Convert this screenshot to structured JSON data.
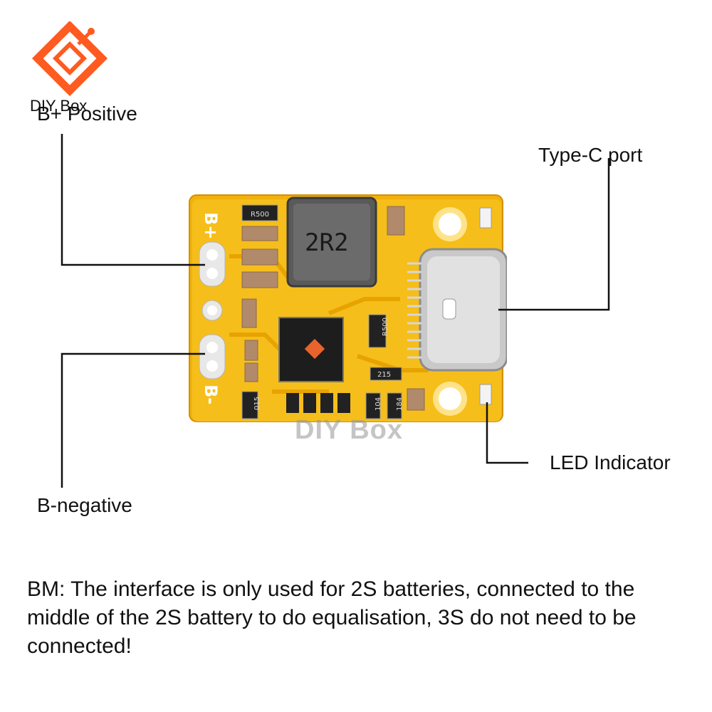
{
  "brand": {
    "name": "DIY Box",
    "logo_color": "#ff5a1f"
  },
  "watermark": "DIY Box",
  "board": {
    "inductor_marking": "2R2",
    "resistor_marking_top": "R500",
    "resistor_marking_mid": "R500",
    "resistor_marking_low": "215",
    "resistor_marking_left": "015",
    "resistor_marking_a": "104",
    "resistor_marking_b": "184",
    "silk_b_plus": "B+",
    "silk_b_minus": "B-",
    "pcb_color": "#f2b10c"
  },
  "callouts": {
    "b_positive": "B+ Positive",
    "type_c": "Type-C port",
    "led": "LED Indicator",
    "b_negative": "B-negative"
  },
  "note": "BM: The interface is only used for 2S batteries, connected to the middle of the 2S battery to do equalisation, 3S do not need to be connected!"
}
